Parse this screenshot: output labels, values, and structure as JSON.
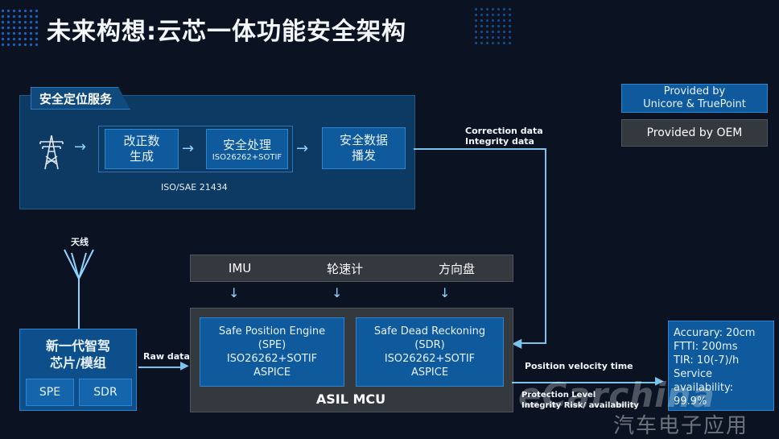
{
  "title": "未来构想:云芯一体功能安全架构",
  "legend": {
    "unicore": "Provided by\nUnicore & TruePoint",
    "oem": "Provided by OEM"
  },
  "positioning_service": {
    "title": "安全定位服务",
    "box1": "改正数\n生成",
    "box2_title": "安全处理",
    "box2_sub": "ISO26262+SOTIF",
    "box3": "安全数据\n播发",
    "standard": "ISO/SAE 21434"
  },
  "correction_label": "Correction data\nIntegrity data",
  "antenna_label": "天线",
  "sensors": [
    "IMU",
    "轮速计",
    "方向盘"
  ],
  "chip": {
    "title": "新一代智驾\n芯片/模组",
    "spe": "SPE",
    "sdr": "SDR"
  },
  "raw_data_label": "Raw data",
  "mcu": {
    "label": "ASIL MCU",
    "spe_box": "Safe Position Engine\n(SPE)\nISO26262+SOTIF\nASPICE",
    "sdr_box": "Safe Dead Reckoning\n(SDR)\nISO26262+SOTIF\nASPICE"
  },
  "output_top": "Position velocity time",
  "output_bottom": "Protection Level\nIntegrity Risk/ availability",
  "metrics": "Accurary: 20cm\nFTTI: 200ms\nTIR:  10(-7)/h\nService\navailability:\n99.9%",
  "watermark": "eCarchina",
  "watermark_cn": "汽车电子应用",
  "colors": {
    "blue": "#0e5a9c",
    "grey": "#34383f",
    "line": "#7ac4ec"
  }
}
